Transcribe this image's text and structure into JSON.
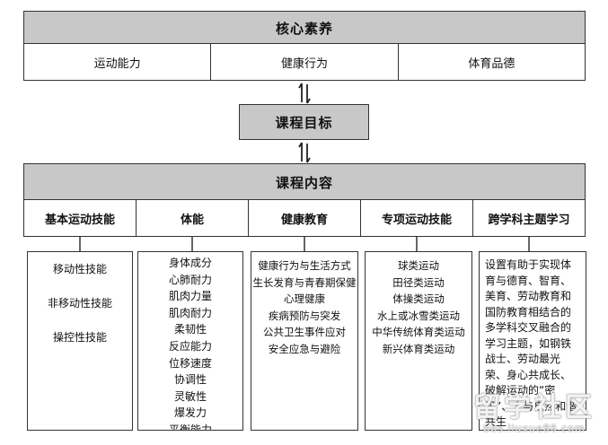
{
  "core": {
    "title": "核心素养",
    "items": [
      "运动能力",
      "健康行为",
      "体育品德"
    ]
  },
  "goal": {
    "title": "课程目标"
  },
  "content": {
    "title": "课程内容",
    "categories": [
      {
        "label": "基本运动技能",
        "items": [
          "移动性技能",
          "非移动性技能",
          "操控性技能"
        ]
      },
      {
        "label": "体能",
        "items": [
          "身体成分",
          "心肺耐力",
          "肌肉力量",
          "肌肉耐力",
          "柔韧性",
          "反应能力",
          "位移速度",
          "协调性",
          "灵敏性",
          "爆发力",
          "平衡能力"
        ]
      },
      {
        "label": "健康教育",
        "items": [
          "健康行为与生活方式",
          "生长发育与青春期保健",
          "心理健康",
          "疾病预防与突发",
          "公共卫生事件应对",
          "安全应急与避险"
        ]
      },
      {
        "label": "专项运动技能",
        "items": [
          "球类运动",
          "田径类运动",
          "体操类运动",
          "水上或冰雪类运动",
          "中华传统体育类运动",
          "新兴体育类运动"
        ]
      },
      {
        "label": "跨学科主题学习",
        "items": [
          "设置有助于实现体育与德育、智育、美育、劳动教育和国防教育相结合的多学科交叉融合的学习主题，如钢铁战士、劳动最光荣、身心共成长、破解运动的“密码”、人与自然和谐共生"
        ]
      }
    ]
  },
  "watermark": {
    "main": "留学社区",
    "sub": "bbs.liuxue86.com"
  }
}
